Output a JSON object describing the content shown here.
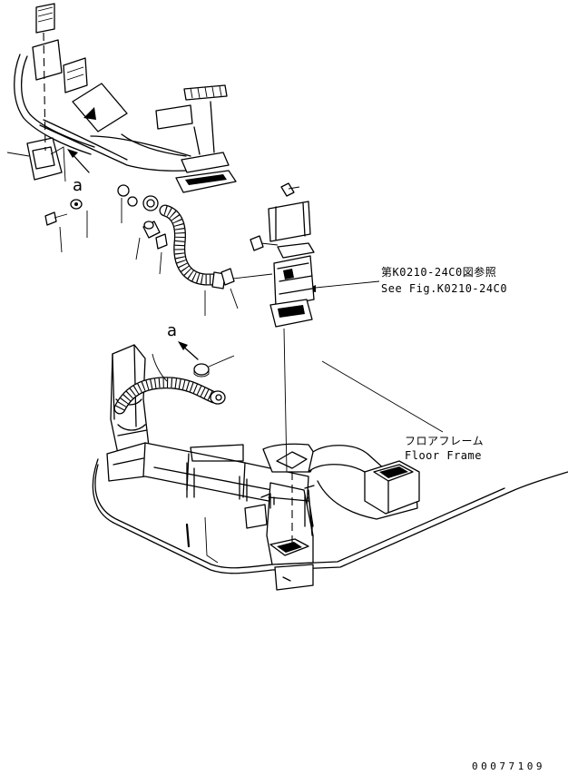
{
  "labels": {
    "ref_jp": "第K0210-24C0図参照",
    "ref_en": "See Fig.K0210-24C0",
    "floor_jp": "フロアフレーム",
    "floor_en": "Floor Frame",
    "view_letter": "a",
    "drawing_code": "00077109"
  }
}
